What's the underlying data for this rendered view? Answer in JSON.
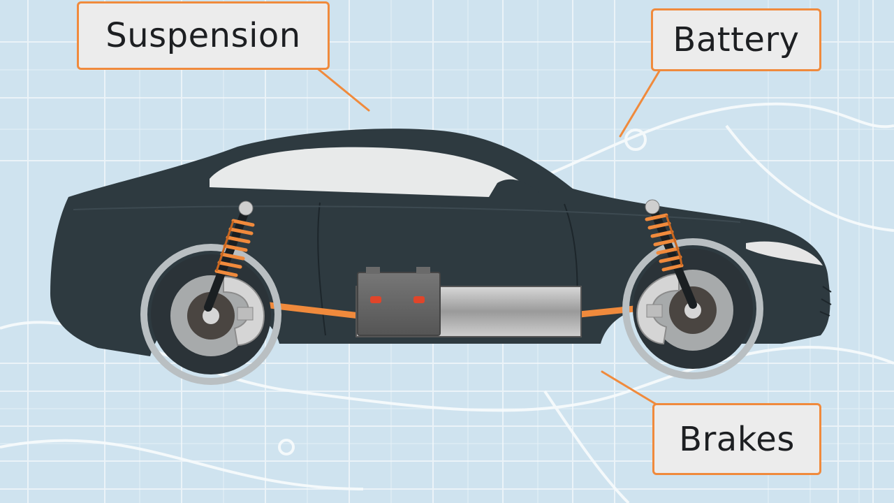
{
  "callouts": {
    "suspension": "Suspension",
    "battery": "Battery",
    "brakes": "Brakes"
  },
  "colors": {
    "map_background": "#cfe3ef",
    "map_roads": "#ffffff",
    "car_body": "#2e3a40",
    "accent_orange": "#f08a3c",
    "callout_fill": "#ececec",
    "battery_light": "#e0452a"
  },
  "icons": [
    "car-body",
    "suspension-spring",
    "brake-caliper",
    "battery-pack",
    "wheel"
  ]
}
